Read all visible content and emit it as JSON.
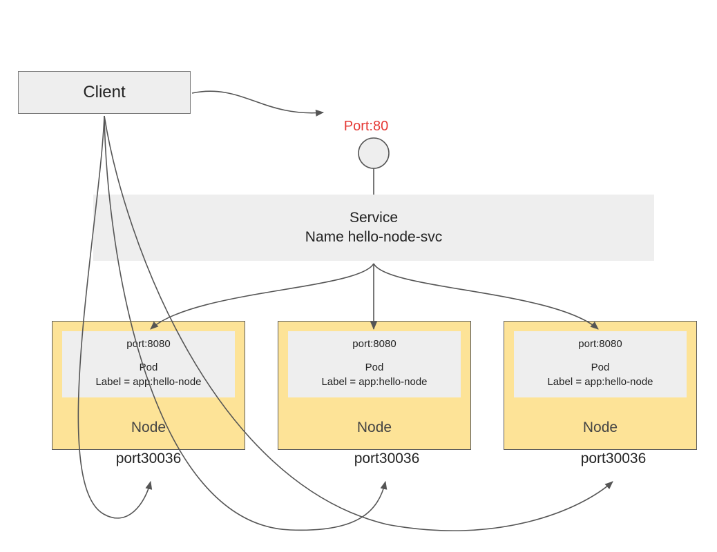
{
  "client": {
    "label": "Client"
  },
  "service": {
    "port_label": "Port:80",
    "title": "Service",
    "name_line": "Name hello-node-svc"
  },
  "nodes": [
    {
      "port": "port:8080",
      "pod": "Pod",
      "label": "Label = app:hello-node",
      "node": "Node",
      "nodeport": "port30036"
    },
    {
      "port": "port:8080",
      "pod": "Pod",
      "label": "Label = app:hello-node",
      "node": "Node",
      "nodeport": "port30036"
    },
    {
      "port": "port:8080",
      "pod": "Pod",
      "label": "Label = app:hello-node",
      "node": "Node",
      "nodeport": "port30036"
    }
  ],
  "colors": {
    "node_fill": "#fde397",
    "pod_fill": "#eeeeee",
    "service_fill": "#eeeeee",
    "port_label": "#e53935",
    "arrow": "#555555"
  }
}
